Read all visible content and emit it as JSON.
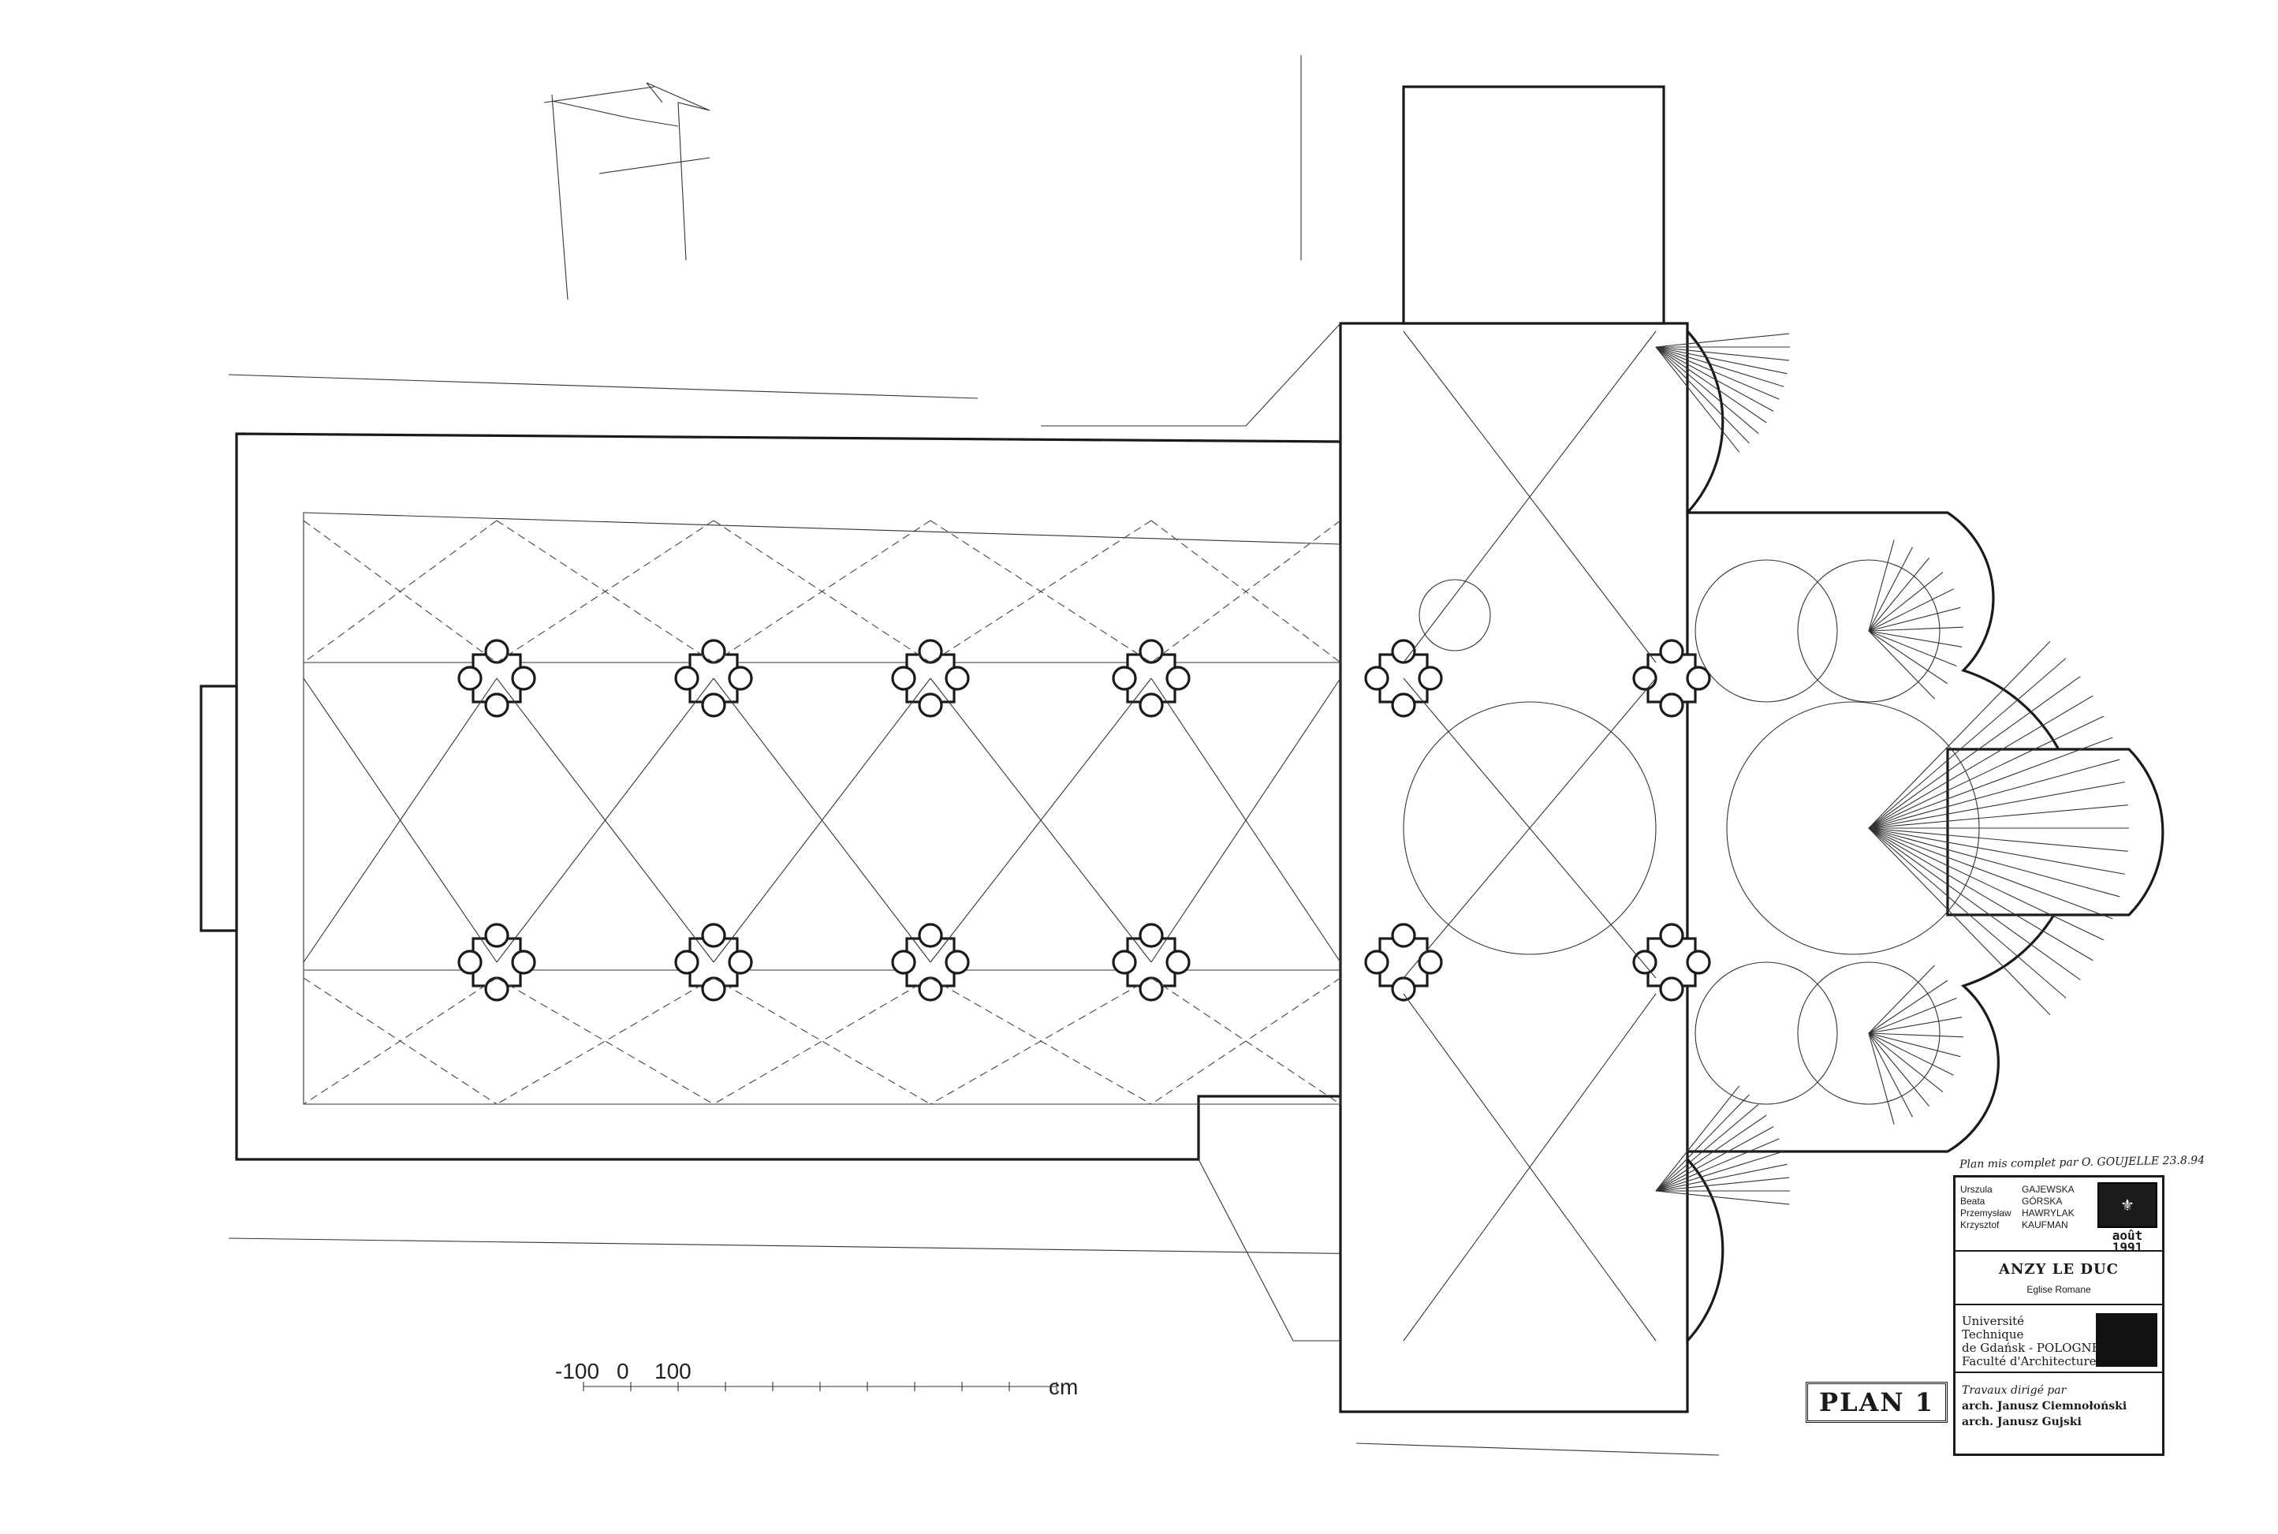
{
  "title_block": {
    "authors_first": [
      "Urszula",
      "Beata",
      "Przemysław",
      "Krzysztof"
    ],
    "authors_last": [
      "GAJEWSKA",
      "GÓRSKA",
      "HAWRYLAK",
      "KAUFMAN"
    ],
    "stamp_date": "août 1991",
    "project_name": "ANZY LE DUC",
    "project_sub": "Eglise Romane",
    "school_lines": [
      "Université",
      "Technique",
      "de Gdańsk - POLOGNE",
      "Faculté d'Architecture"
    ],
    "directed_label": "Travaux dirigé par",
    "directors": [
      "arch. Janusz Ciemnołoński",
      "arch. Janusz Gujski"
    ]
  },
  "plan_label": "PLAN 1",
  "signature": "Plan mis complet par O. GOUJELLE 23.8.94",
  "scale": {
    "left": "-100",
    "mid": "0",
    "right": "100",
    "unit": "cm"
  }
}
